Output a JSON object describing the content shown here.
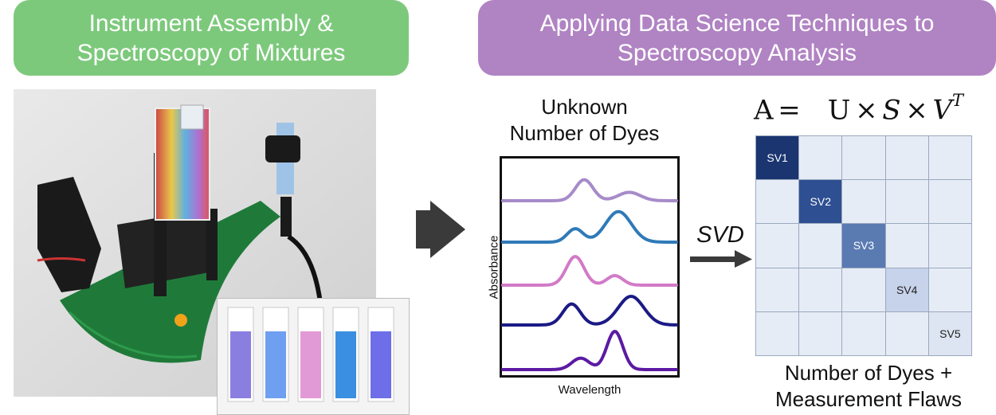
{
  "left_banner": {
    "line1": "Instrument Assembly &",
    "line2": "Spectroscopy of Mixtures",
    "color": "#7dc97c"
  },
  "right_banner": {
    "line1": "Applying Data Science Techniques to",
    "line2": "Spectroscopy Analysis",
    "color": "#b083c3"
  },
  "spectra_panel": {
    "title_line1": "Unknown",
    "title_line2": "Number of Dyes",
    "ylabel": "Absorbance",
    "xlabel": "Wavelength",
    "trace_colors": [
      "#a68bc9",
      "#2f7ab8",
      "#d27ac8",
      "#1b1a86",
      "#5c1aa3"
    ]
  },
  "svd": {
    "label": "SVD"
  },
  "equation": {
    "a": "A",
    "eq": "=",
    "u": "U",
    "times1": "×",
    "s": "S",
    "times2": "×",
    "v": "V",
    "sup": "T"
  },
  "matrix": {
    "sv_labels": [
      "SV1",
      "SV2",
      "SV3",
      "SV4",
      "SV5"
    ],
    "sv_colors": [
      "#1a3570",
      "#2e4f92",
      "#5a7ab2",
      "#c7d3ea",
      "#dde5f2"
    ],
    "sv_text_colors": [
      "#ffffff",
      "#ffffff",
      "#ffffff",
      "#222222",
      "#222222"
    ],
    "empty_color": "#e6ecf6"
  },
  "bottom_caption": {
    "line1": "Number of Dyes +",
    "line2": "Measurement Flaws"
  },
  "cuvette_colors": [
    "#8a7fe0",
    "#6f9ff0",
    "#e29ad6",
    "#3b8fe0",
    "#6d6ee8"
  ]
}
